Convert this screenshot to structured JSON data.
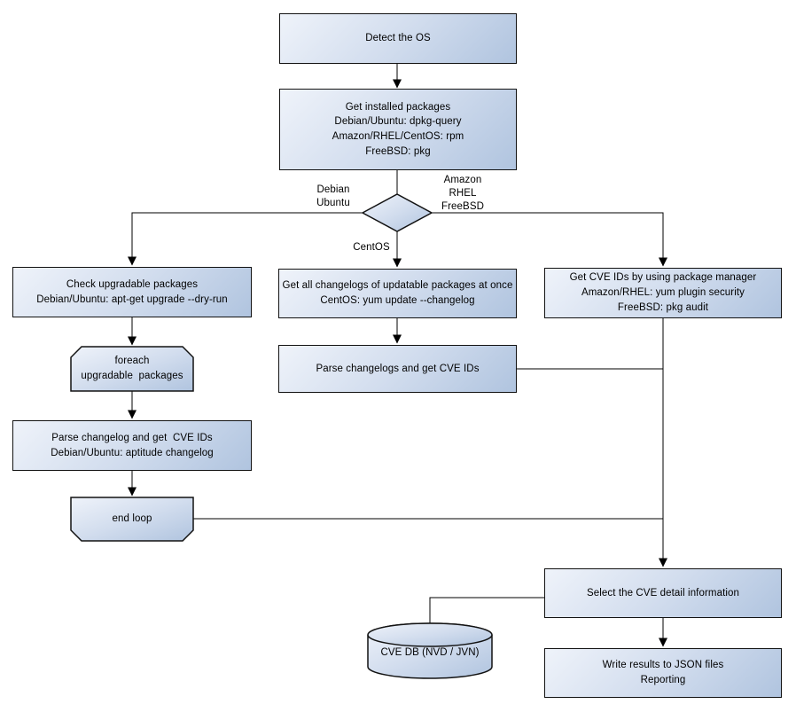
{
  "palette": {
    "node_fill_light": "#eff3fa",
    "node_fill_mid": "#d2ddee",
    "node_fill_dark": "#b0c4df",
    "node_border": "#121212",
    "connector": "#000000",
    "background": "#ffffff",
    "text": "#000000"
  },
  "nodes": {
    "detect_os": {
      "shape": "rect",
      "label": "Detect the OS"
    },
    "get_installed_packages": {
      "shape": "rect",
      "label": "Get installed packages\nDebian/Ubuntu: dpkg-query\nAmazon/RHEL/CentOS: rpm\nFreeBSD: pkg"
    },
    "os_decision": {
      "shape": "diamond",
      "label": ""
    },
    "check_upgradable": {
      "shape": "rect",
      "label": "Check upgradable packages\nDebian/Ubuntu: apt-get upgrade --dry-run"
    },
    "foreach_loop": {
      "shape": "loop-start",
      "label": "foreach\nupgradable  packages"
    },
    "parse_changelog_left": {
      "shape": "rect",
      "label": "Parse changelog and get  CVE IDs\nDebian/Ubuntu: aptitude changelog"
    },
    "end_loop": {
      "shape": "loop-end",
      "label": "end loop"
    },
    "get_all_changelogs": {
      "shape": "rect",
      "label": "Get all changelogs of updatable packages at once\nCentOS: yum update --changelog"
    },
    "parse_changelogs_mid": {
      "shape": "rect",
      "label": "Parse changelogs and get CVE IDs"
    },
    "get_cve_ids_pkg_mgr": {
      "shape": "rect",
      "label": "Get CVE IDs by using package manager\nAmazon/RHEL: yum plugin security\nFreeBSD: pkg audit"
    },
    "select_cve_detail": {
      "shape": "rect",
      "label": "Select the CVE detail information"
    },
    "write_results": {
      "shape": "rect",
      "label": "Write results to JSON files\nReporting"
    },
    "cve_db": {
      "shape": "cylinder",
      "label": "CVE DB (NVD / JVN)"
    }
  },
  "edge_labels": {
    "left_branch": "Debian\nUbuntu",
    "right_branch": "Amazon\nRHEL\nFreeBSD",
    "center_branch": "CentOS"
  }
}
